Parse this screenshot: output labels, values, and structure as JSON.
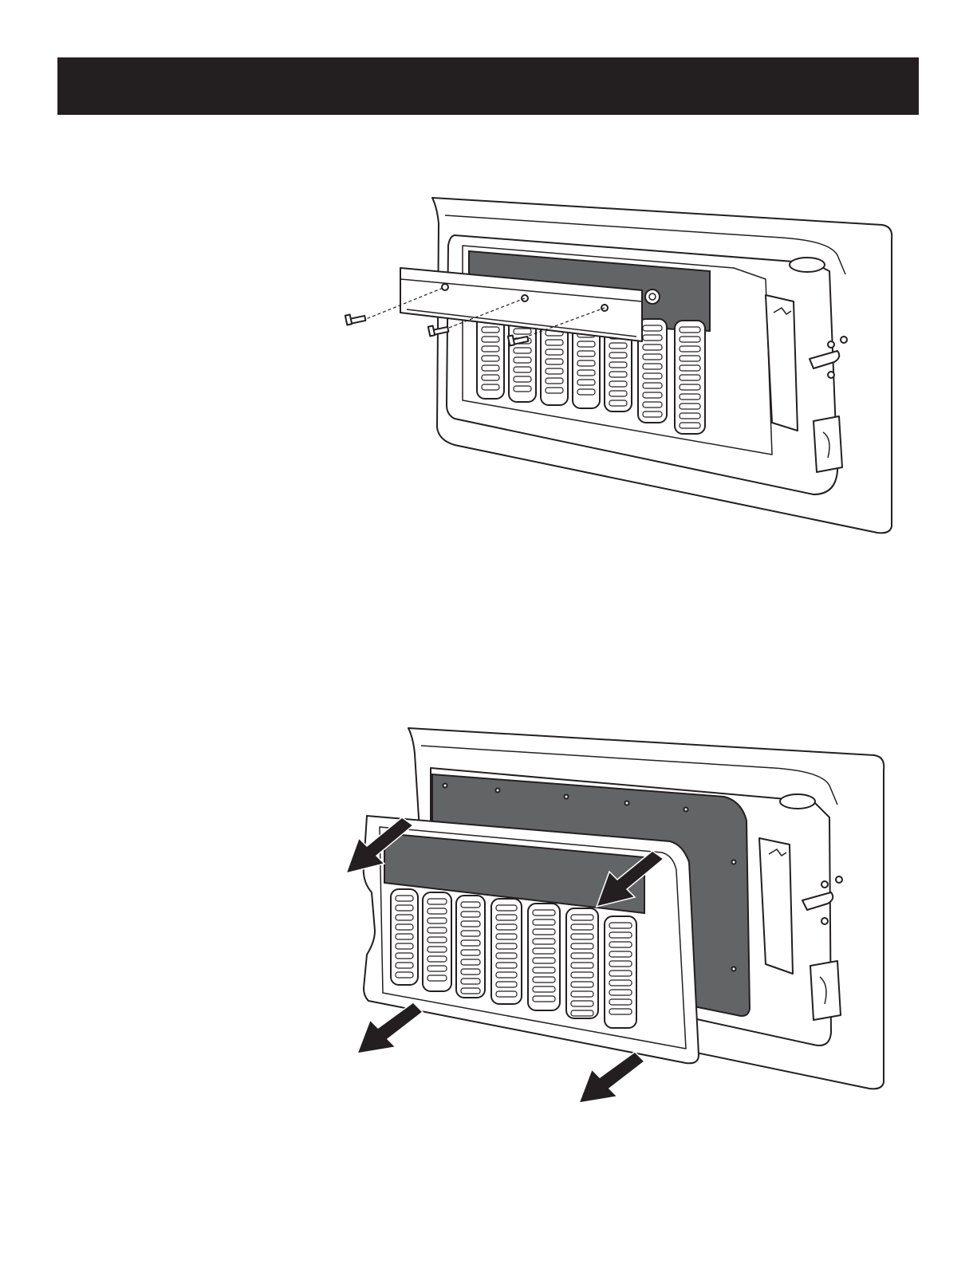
{
  "page": {
    "header_text": "",
    "figures": [
      {
        "id": "figure-1",
        "icon": "grille-screw-removal-illustration"
      },
      {
        "id": "figure-2",
        "icon": "grille-removal-arrows-illustration"
      }
    ]
  },
  "colors": {
    "ink": "#231f20",
    "panel_gray": "#636466",
    "background": "#ffffff"
  }
}
